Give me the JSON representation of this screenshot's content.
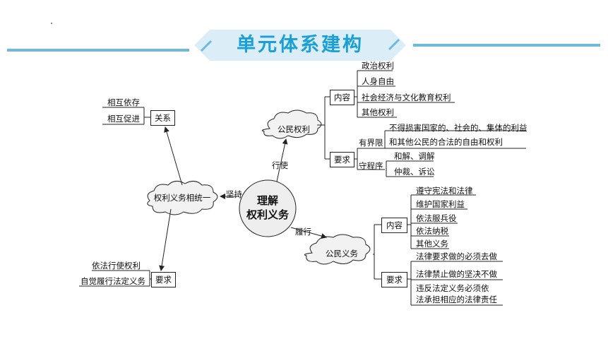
{
  "header": {
    "title": "单元体系建构"
  },
  "center": {
    "line1": "理解",
    "line2": "权利义务"
  },
  "left": {
    "cloud": "权利义务相统一",
    "connector": "坚持",
    "relation_box": "关系",
    "relation_items": [
      "相互依存",
      "相互促进"
    ],
    "requirement_box": "要求",
    "requirement_items": [
      "依法行使权利",
      "自觉履行法定义务"
    ]
  },
  "rights": {
    "connector": "行使",
    "cloud": "公民权利",
    "content_box": "内容",
    "content_items": [
      "政治权利",
      "人身自由",
      "社会经济与文化教育权利",
      "其他权利"
    ],
    "requirement_box": "要求",
    "limited_label": "有界限",
    "limited_lines": [
      "不得损害国家的、社会的、集体的利益",
      "和其他公民的合法的自由和权利"
    ],
    "procedure_label": "守程序",
    "procedure_items": [
      "和解、调解",
      "仲裁、诉讼"
    ]
  },
  "duties": {
    "connector": "履行",
    "cloud": "公民义务",
    "content_box": "内容",
    "content_items": [
      "遵守宪法和法律",
      "维护国家利益",
      "依法服兵役",
      "依法纳税",
      "其他义务"
    ],
    "requirement_box": "要求",
    "requirement_items": [
      "法律要求做的必须去做",
      "法律禁止做的坚决不做"
    ],
    "requirement_last_lines": [
      "违反法定义务必须依",
      "法承担相应的法律责任"
    ]
  },
  "colors": {
    "accent": "#1a9fd6",
    "banner_fill": "#dbeef8",
    "banner_bar": "#6fb9de",
    "line": "#222222"
  }
}
